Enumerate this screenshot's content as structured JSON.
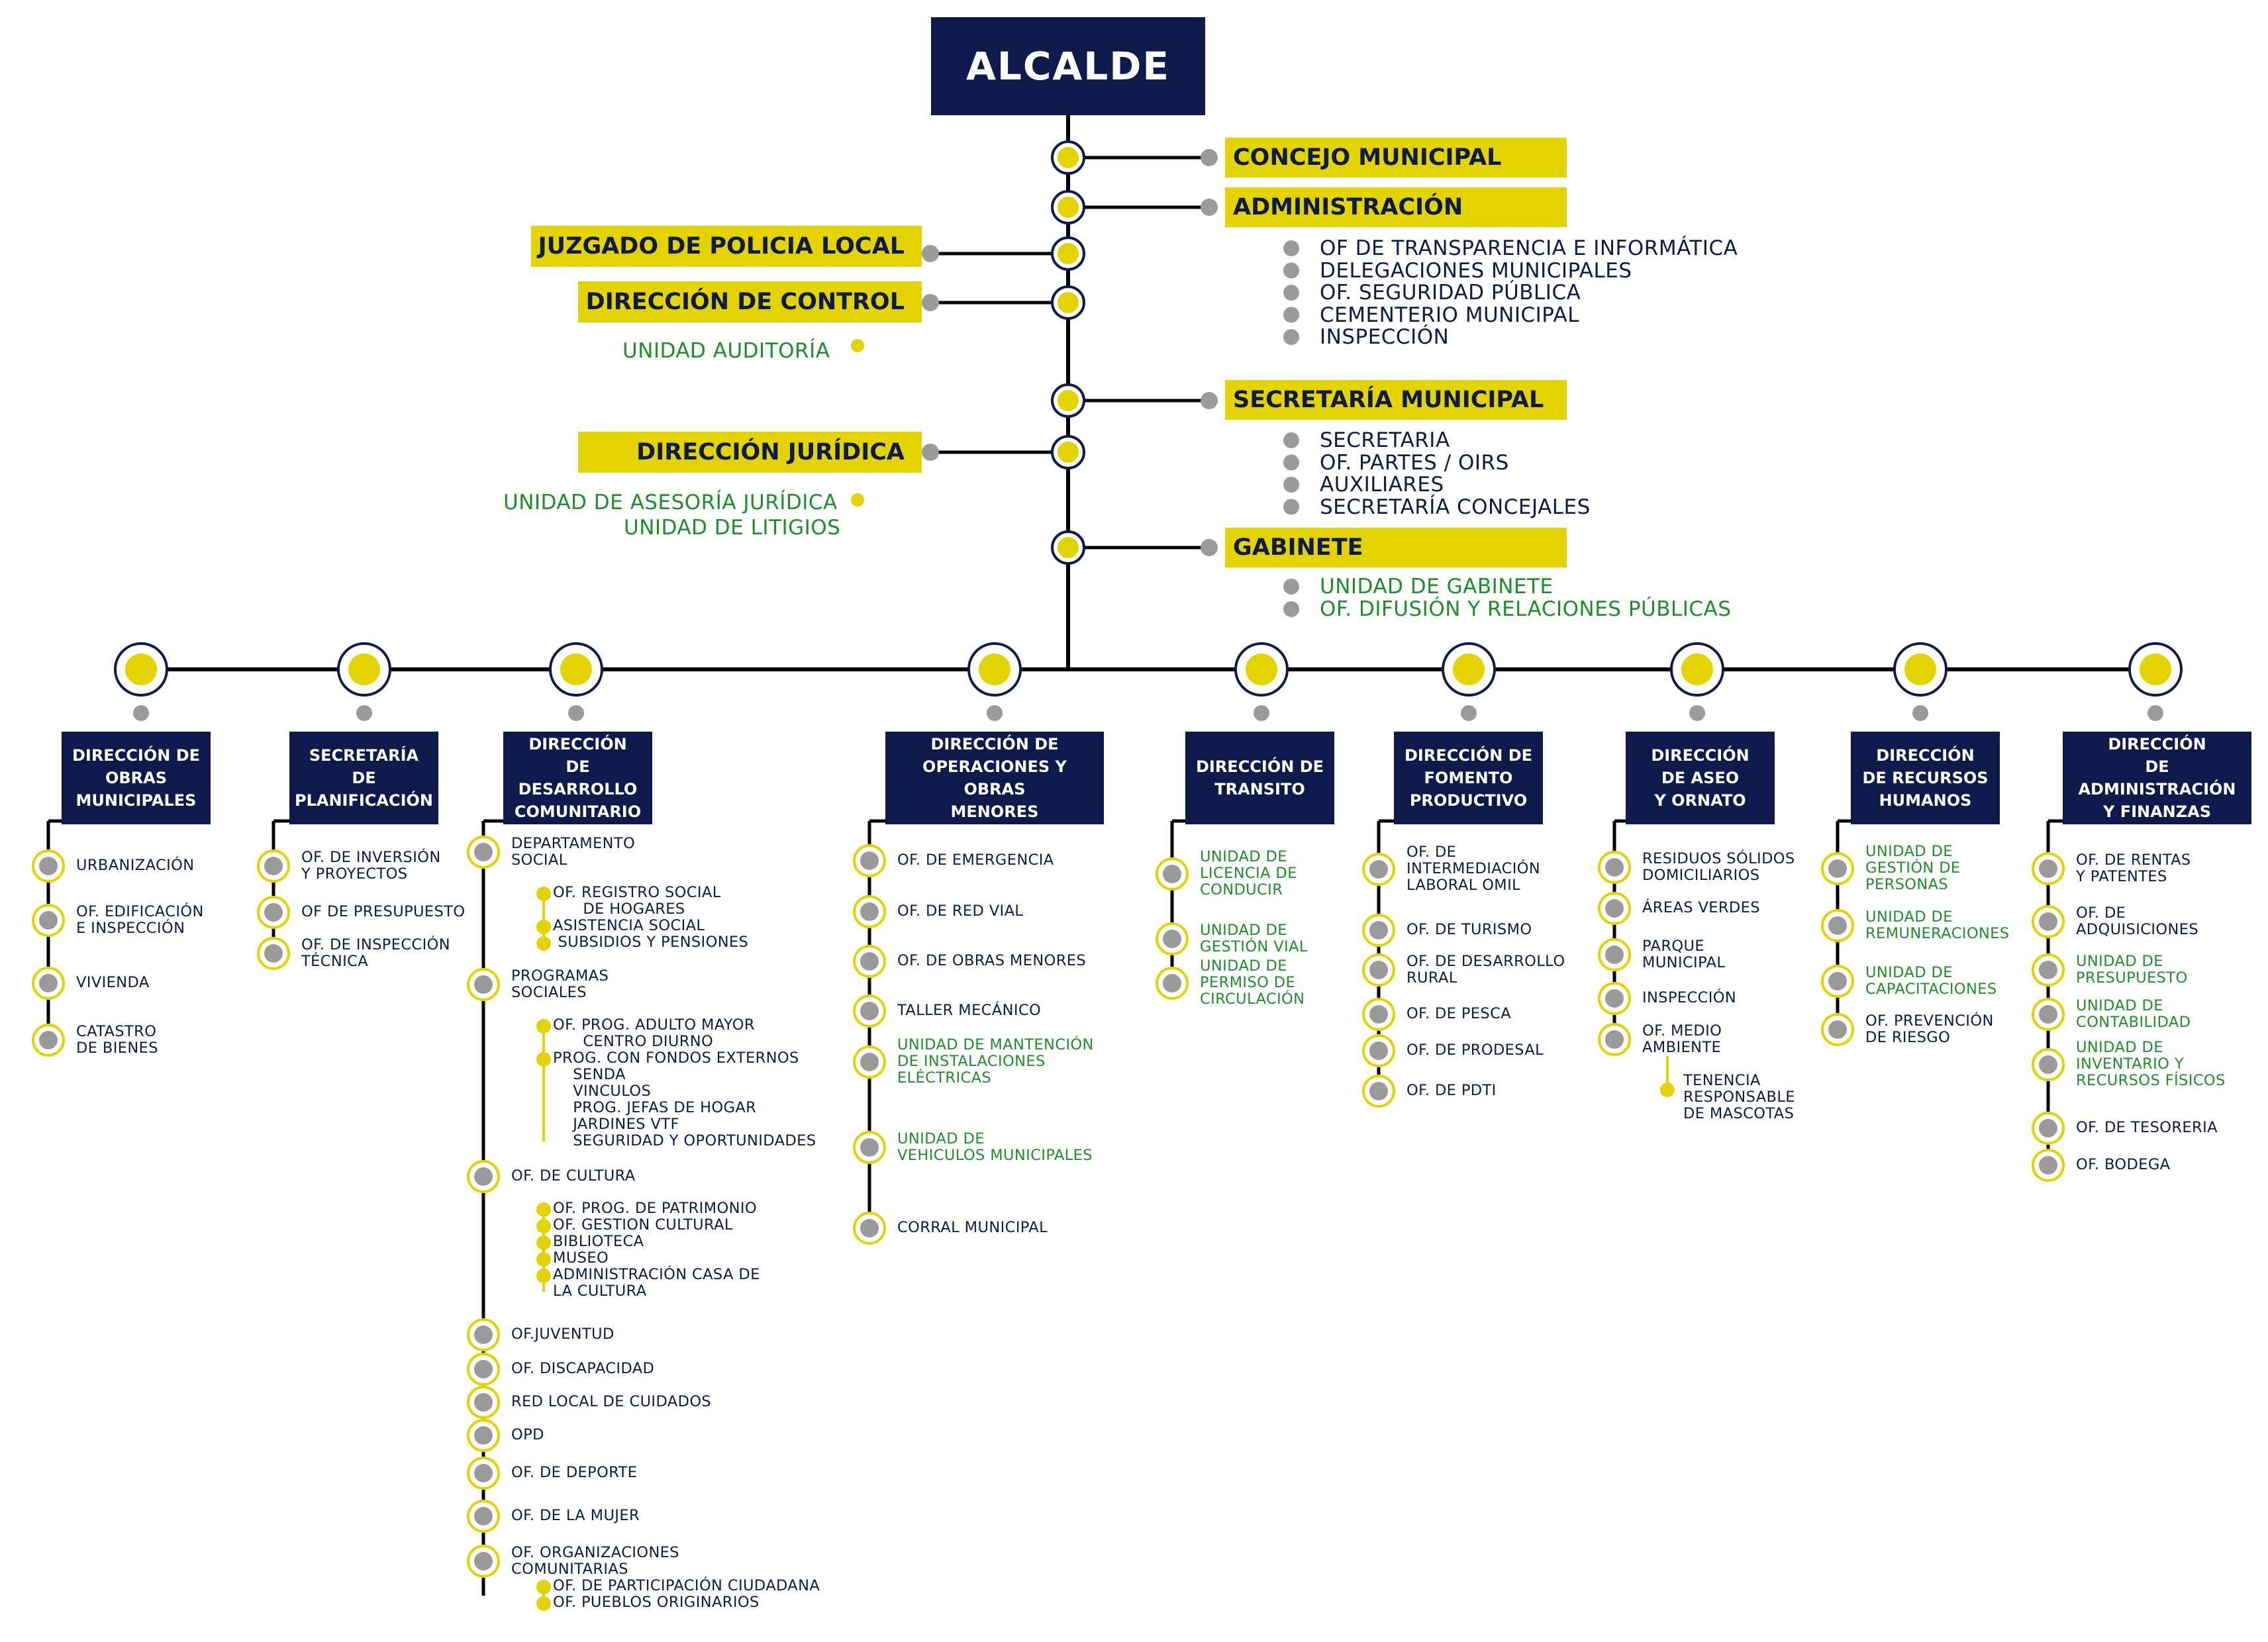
{
  "colors": {
    "navy": "#0d1a4b",
    "yellow": "#e3d300",
    "green": "#1d8f2a",
    "gray": "#9a9a9a"
  },
  "top": {
    "alcalde": "ALCALDE"
  },
  "right_units": {
    "concejo": "CONCEJO MUNICIPAL",
    "administracion": "ADMINISTRACIÓN",
    "administracion_items": [
      "OF DE TRANSPARENCIA E INFORMÁTICA",
      "DELEGACIONES MUNICIPALES",
      "OF. SEGURIDAD PÚBLICA",
      "CEMENTERIO MUNICIPAL",
      "INSPECCIÓN"
    ],
    "secretaria": "SECRETARÍA MUNICIPAL",
    "secretaria_items": [
      "SECRETARIA",
      "OF. PARTES / OIRS",
      "AUXILIARES",
      "SECRETARÍA CONCEJALES"
    ],
    "gabinete": "GABINETE",
    "gabinete_items": [
      "UNIDAD DE GABINETE",
      "OF. DIFUSIÓN Y RELACIONES PÚBLICAS"
    ]
  },
  "left_units": {
    "juzgado": "JUZGADO DE POLICIA LOCAL",
    "control": "DIRECCIÓN DE CONTROL",
    "control_sub": "UNIDAD AUDITORÍA",
    "juridica": "DIRECCIÓN JURÍDICA",
    "juridica_sub1": "UNIDAD DE ASESORÍA JURÍDICA",
    "juridica_sub2": "UNIDAD DE LITIGIOS"
  },
  "directions": [
    {
      "title": "DIRECCIÓN DE\nOBRAS\nMUNICIPALES",
      "items": [
        {
          "text": "URBANIZACIÓN",
          "green": false
        },
        {
          "text": "OF. EDIFICACIÓN\nE INSPECCIÓN",
          "green": false
        },
        {
          "text": "VIVIENDA",
          "green": false
        },
        {
          "text": "CATASTRO\nDE BIENES",
          "green": false
        }
      ]
    },
    {
      "title": "SECRETARÍA\nDE\nPLANIFICACIÓN",
      "items": [
        {
          "text": "OF. DE INVERSIÓN\nY PROYECTOS",
          "green": false
        },
        {
          "text": "OF DE PRESUPUESTO",
          "green": false
        },
        {
          "text": "OF. DE INSPECCIÓN\nTÉCNICA",
          "green": false
        }
      ]
    },
    {
      "title": "DIRECCIÓN\nDE DESARROLLO\nCOMUNITARIO",
      "items": [
        {
          "text": "DEPARTAMENTO\nSOCIAL",
          "green": false
        },
        {
          "text": "PROGRAMAS\nSOCIALES",
          "green": false
        },
        {
          "text": "OF. DE CULTURA",
          "green": false
        },
        {
          "text": "OF.JUVENTUD",
          "green": false
        },
        {
          "text": "OF. DISCAPACIDAD",
          "green": false
        },
        {
          "text": "RED LOCAL DE CUIDADOS",
          "green": false
        },
        {
          "text": "OPD",
          "green": false
        },
        {
          "text": "OF. DE DEPORTE",
          "green": false
        },
        {
          "text": "OF. DE LA MUJER",
          "green": false
        },
        {
          "text": "OF. ORGANIZACIONES\nCOMUNITARIAS",
          "green": false
        }
      ],
      "subitems": {
        "social": [
          "OF. REGISTRO SOCIAL\n      DE HOGARES",
          "ASISTENCIA SOCIAL",
          " SUBSIDIOS Y PENSIONES"
        ],
        "programas": [
          "OF. PROG. ADULTO MAYOR\n      CENTRO DIURNO",
          "PROG. CON FONDOS EXTERNOS\n    SENDA\n    VINCULOS\n    PROG. JEFAS DE HOGAR\n    JARDINES VTF\n    SEGURIDAD Y OPORTUNIDADES"
        ],
        "cultura": [
          "OF. PROG. DE PATRIMONIO",
          "OF. GESTION CULTURAL",
          "BIBLIOTECA",
          "MUSEO",
          "ADMINISTRACIÓN CASA DE\nLA CULTURA"
        ],
        "organizaciones": [
          "OF. DE PARTICIPACIÓN CIUDADANA",
          "OF. PUEBLOS ORIGINARIOS"
        ]
      }
    },
    {
      "title": "DIRECCIÓN DE\nOPERACIONES Y OBRAS\nMENORES",
      "items": [
        {
          "text": "OF. DE EMERGENCIA",
          "green": false
        },
        {
          "text": "OF. DE RED VIAL",
          "green": false
        },
        {
          "text": "OF. DE OBRAS MENORES",
          "green": false
        },
        {
          "text": "TALLER MECÁNICO",
          "green": false
        },
        {
          "text": "UNIDAD DE MANTENCIÓN\nDE INSTALACIONES\nELÉCTRICAS",
          "green": true
        },
        {
          "text": "UNIDAD DE\nVEHICULOS MUNICIPALES",
          "green": true
        },
        {
          "text": "CORRAL MUNICIPAL",
          "green": false
        }
      ]
    },
    {
      "title": "DIRECCIÓN DE\nTRANSITO",
      "items": [
        {
          "text": "UNIDAD DE\nLICENCIA DE\nCONDUCIR",
          "green": true
        },
        {
          "text": "UNIDAD DE\nGESTIÓN VIAL",
          "green": true
        },
        {
          "text": "UNIDAD DE\nPERMISO DE\nCIRCULACIÓN",
          "green": true
        }
      ]
    },
    {
      "title": "DIRECCIÓN DE\nFOMENTO\nPRODUCTIVO",
      "items": [
        {
          "text": "OF. DE\nINTERMEDIACIÓN\nLABORAL OMIL",
          "green": false
        },
        {
          "text": "OF. DE TURISMO",
          "green": false
        },
        {
          "text": "OF. DE DESARROLLO\nRURAL",
          "green": false
        },
        {
          "text": "OF. DE PESCA",
          "green": false
        },
        {
          "text": "OF. DE PRODESAL",
          "green": false
        },
        {
          "text": "OF. DE PDTI",
          "green": false
        }
      ]
    },
    {
      "title": "DIRECCIÓN\nDE ASEO\nY ORNATO",
      "items": [
        {
          "text": "RESIDUOS SÓLIDOS\nDOMICILIARIOS",
          "green": false
        },
        {
          "text": "ÁREAS VERDES",
          "green": false
        },
        {
          "text": "PARQUE\nMUNICIPAL",
          "green": false
        },
        {
          "text": "INSPECCIÓN",
          "green": false
        },
        {
          "text": "OF. MEDIO\nAMBIENTE",
          "green": false
        }
      ],
      "subitems": {
        "medio_ambiente": [
          "TENENCIA\nRESPONSABLE\nDE MASCOTAS"
        ]
      }
    },
    {
      "title": "DIRECCIÓN\nDE RECURSOS\nHUMANOS",
      "items": [
        {
          "text": "UNIDAD DE\nGESTIÓN DE\nPERSONAS",
          "green": true
        },
        {
          "text": "UNIDAD DE\nREMUNERACIONES",
          "green": true
        },
        {
          "text": "UNIDAD DE\nCAPACITACIONES",
          "green": true
        },
        {
          "text": "OF. PREVENCIÓN\nDE RIESGO",
          "green": false
        }
      ]
    },
    {
      "title": "DIRECCIÓN\nDE ADMINISTRACIÓN\nY FINANZAS",
      "items": [
        {
          "text": "OF. DE RENTAS\nY PATENTES",
          "green": false
        },
        {
          "text": "OF. DE\nADQUISICIONES",
          "green": false
        },
        {
          "text": "UNIDAD DE\nPRESUPUESTO",
          "green": true
        },
        {
          "text": "UNIDAD DE\nCONTABILIDAD",
          "green": true
        },
        {
          "text": "UNIDAD DE\nINVENTARIO Y\nRECURSOS FÍSICOS",
          "green": true
        },
        {
          "text": "OF. DE TESORERIA",
          "green": false
        },
        {
          "text": "OF. BODEGA",
          "green": false
        }
      ]
    }
  ]
}
